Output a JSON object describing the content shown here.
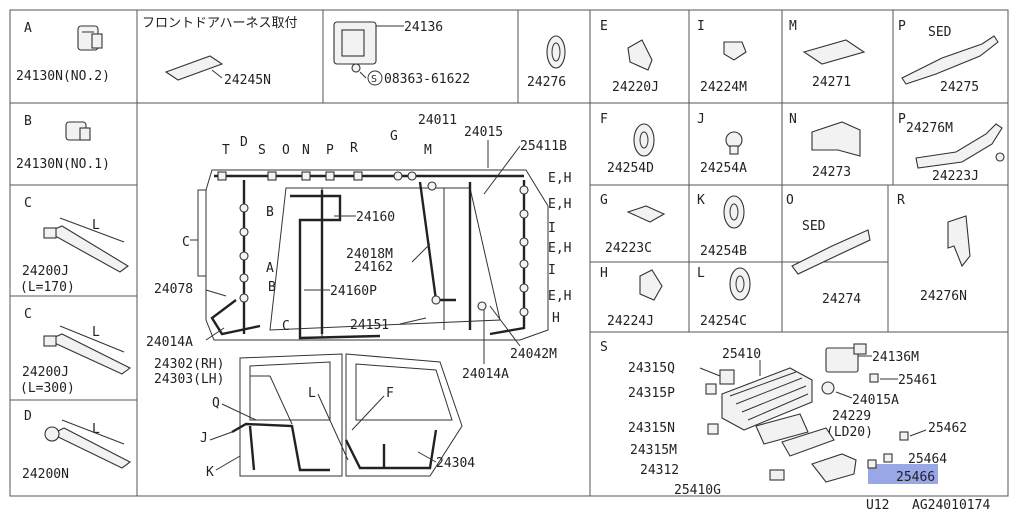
{
  "sections": {
    "A": {
      "letter": "A",
      "part": "24130N(NO.2)"
    },
    "B": {
      "letter": "B",
      "part": "24130N(NO.1)"
    },
    "C1": {
      "letter": "C",
      "part": "24200J",
      "note": "(L=170)",
      "dim": "L"
    },
    "C2": {
      "letter": "C",
      "part": "24200J",
      "note": "(L=300)",
      "dim": "L"
    },
    "D": {
      "letter": "D",
      "part": "24200N",
      "dim": "L"
    },
    "top": {
      "jp_note": "フロントドアハーネス取付",
      "p24245N": "24245N",
      "p24136": "24136",
      "p08363": "08363-61622",
      "s_circle": "S",
      "p24276": "24276"
    },
    "E": {
      "letter": "E",
      "part": "24220J"
    },
    "I": {
      "letter": "I",
      "part": "24224M"
    },
    "M": {
      "letter": "M",
      "part": "24271"
    },
    "P1": {
      "letter": "P",
      "sub": "SED",
      "part": "24275"
    },
    "F": {
      "letter": "F",
      "part": "24254D"
    },
    "J": {
      "letter": "J",
      "part": "24254A"
    },
    "N": {
      "letter": "N",
      "part": "24273"
    },
    "P2": {
      "letter": "P",
      "part1": "24276M",
      "part2": "24223J"
    },
    "G": {
      "letter": "G",
      "part": "24223C"
    },
    "K": {
      "letter": "K",
      "part": "24254B"
    },
    "O": {
      "letter": "O",
      "sub": "SED",
      "part": "24274"
    },
    "R": {
      "letter": "R",
      "part": "24276N"
    },
    "H": {
      "letter": "H",
      "part": "24224J"
    },
    "L": {
      "letter": "L",
      "part": "24254C"
    },
    "S": {
      "letter": "S",
      "p24315Q": "24315Q",
      "p25410": "25410",
      "p24136M": "24136M",
      "p25461": "25461",
      "p24315P": "24315P",
      "p24015A": "24015A",
      "p24315N": "24315N",
      "p24229": "24229",
      "p24229note": "(LD20)",
      "p25462": "25462",
      "p24315M": "24315M",
      "p25464": "25464",
      "p24312": "24312",
      "p25466": "25466",
      "p25410G": "25410G"
    },
    "main": {
      "p24011": "24011",
      "p24015": "24015",
      "p25411B": "25411B",
      "p24160": "24160",
      "p24018M": "24018M",
      "p24162": "24162",
      "p24160P": "24160P",
      "p24078": "24078",
      "p24014A_left": "24014A",
      "p24151": "24151",
      "p24042M": "24042M",
      "p24014A_bottom": "24014A",
      "p24302": "24302(RH)",
      "p24303": "24303(LH)",
      "p24304": "24304",
      "letters": {
        "T": "T",
        "D": "D",
        "S": "S",
        "O": "O",
        "N": "N",
        "P": "P",
        "R": "R",
        "G": "G",
        "M": "M",
        "B1": "B",
        "C": "C",
        "A": "A",
        "B2": "B",
        "C2": "C",
        "EH1": "E,H",
        "EH2": "E,H",
        "I1": "I",
        "EH3": "E,H",
        "I2": "I",
        "EH4": "E,H",
        "H": "H",
        "Q": "Q",
        "J": "J",
        "K": "K",
        "L": "L",
        "F": "F"
      }
    }
  },
  "footer": {
    "code1": "U12",
    "code2": "AG24010174"
  }
}
